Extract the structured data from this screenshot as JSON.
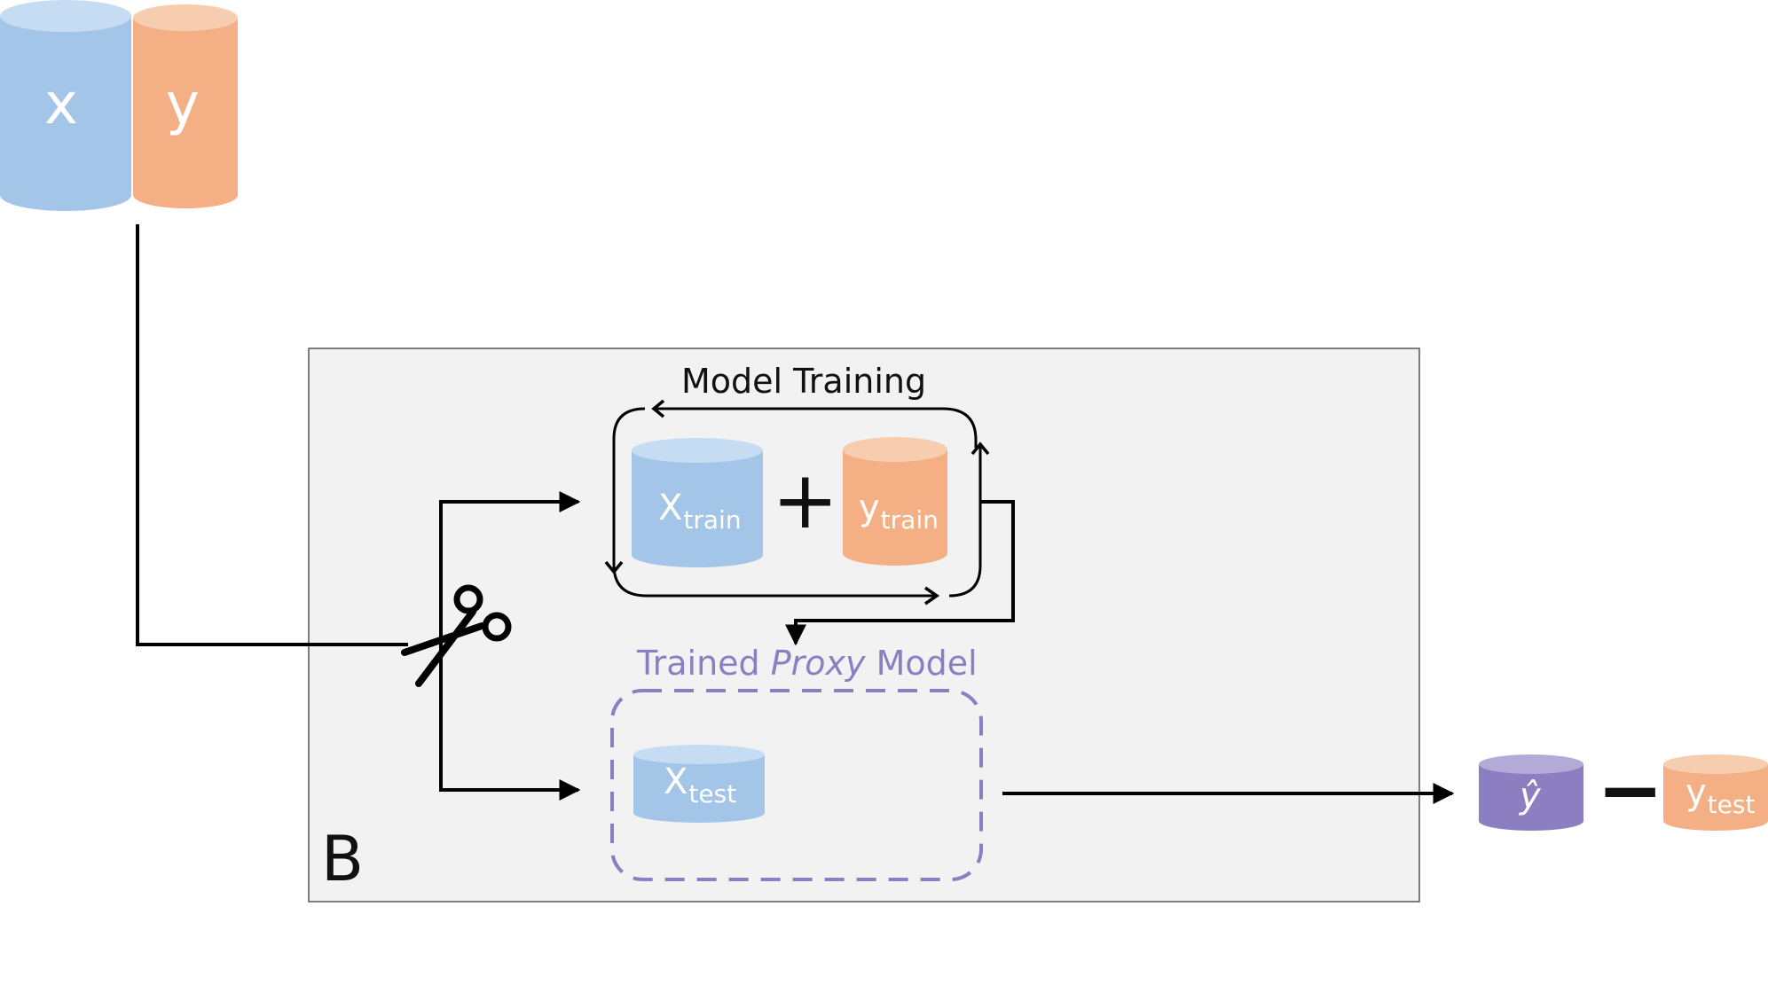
{
  "panel": {
    "label": "B"
  },
  "dataset": {
    "x_label": "x",
    "y_label": "y"
  },
  "model_training": {
    "title": "Model Training",
    "plus_symbol": "+"
  },
  "train_x": {
    "base": "X",
    "sub": "train"
  },
  "train_y": {
    "base": "y",
    "sub": "train"
  },
  "proxy_model": {
    "prefix": "Trained ",
    "emphasis": "Proxy",
    "suffix": " Model"
  },
  "test_x": {
    "base": "X",
    "sub": "test"
  },
  "prediction": {
    "label": "ŷ"
  },
  "minus_symbol": "−",
  "test_y": {
    "base": "y",
    "sub": "test"
  },
  "colors": {
    "blue": "#a3c6e8",
    "blue_top": "#c6dcf2",
    "orange": "#f4b084",
    "orange_top": "#f7cdb0",
    "purple": "#8b7fc2",
    "purple_top": "#b3aad8",
    "panel_bg": "#f2f2f2"
  }
}
